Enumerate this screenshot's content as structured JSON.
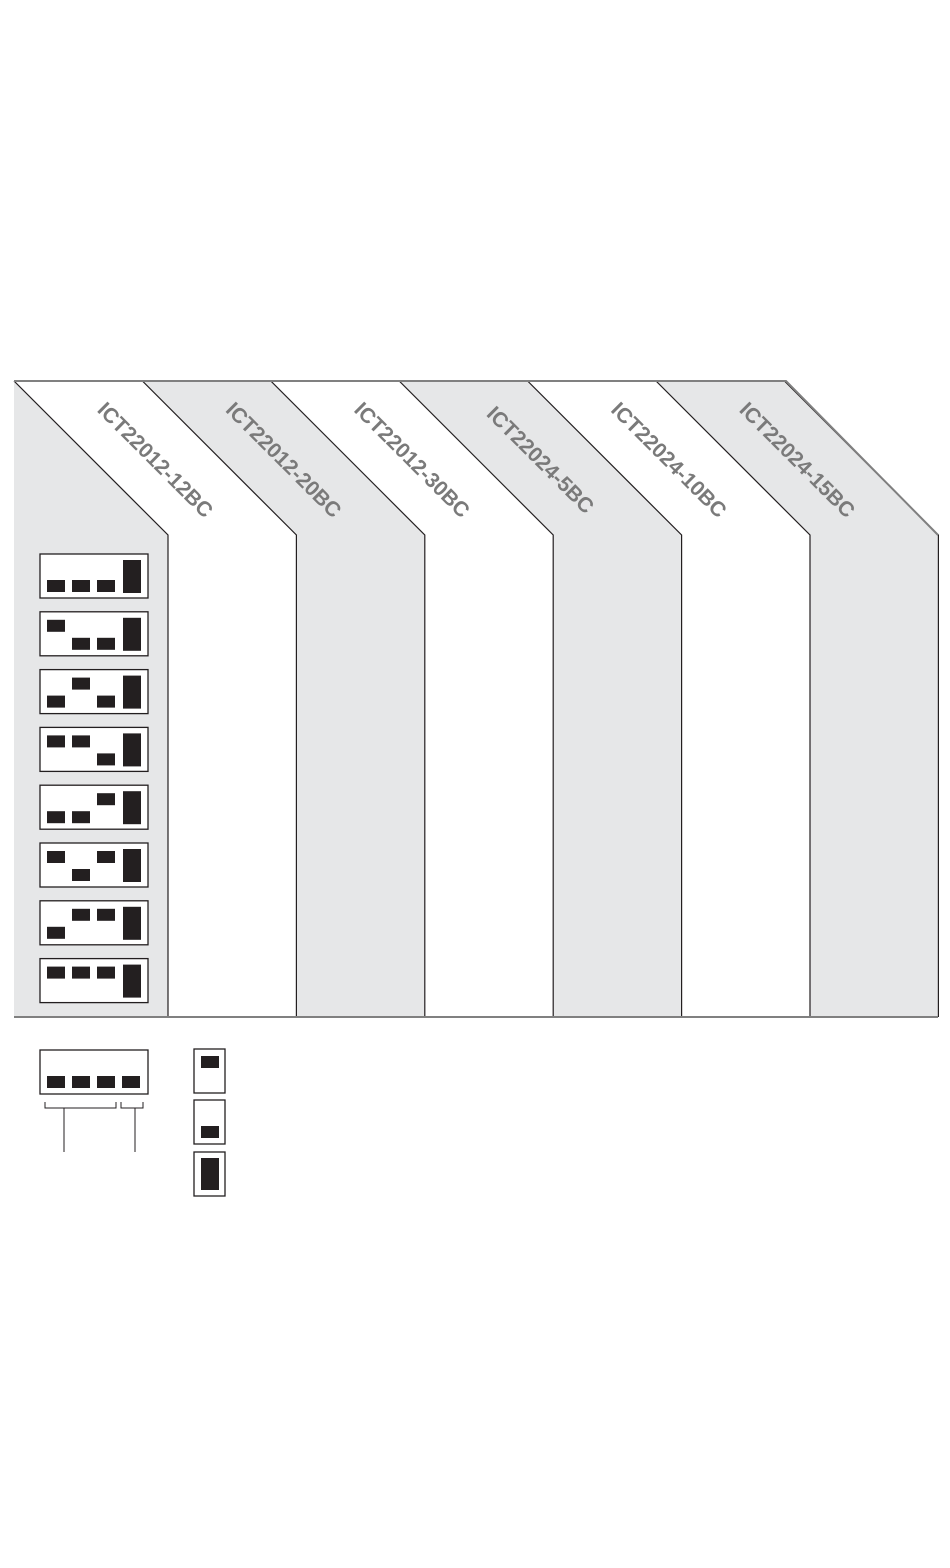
{
  "models": [
    "ICT22012-12BC",
    "ICT22012-20BC",
    "ICT22012-30BC",
    "ICT22024-5BC",
    "ICT22024-10BC",
    "ICT22024-15BC"
  ],
  "dip_rows": [
    [
      0,
      0,
      0
    ],
    [
      1,
      0,
      0
    ],
    [
      0,
      1,
      0
    ],
    [
      1,
      1,
      0
    ],
    [
      0,
      0,
      1
    ],
    [
      1,
      0,
      1
    ],
    [
      0,
      1,
      1
    ],
    [
      1,
      1,
      1
    ]
  ],
  "legend": {
    "switch_states": [
      "up",
      "down",
      "blank"
    ]
  },
  "colors": {
    "shade": "#e6e7e8",
    "line": "#231f20",
    "outline": "#808080",
    "switch": "#231f20",
    "header_text": "#7a7a7a"
  }
}
